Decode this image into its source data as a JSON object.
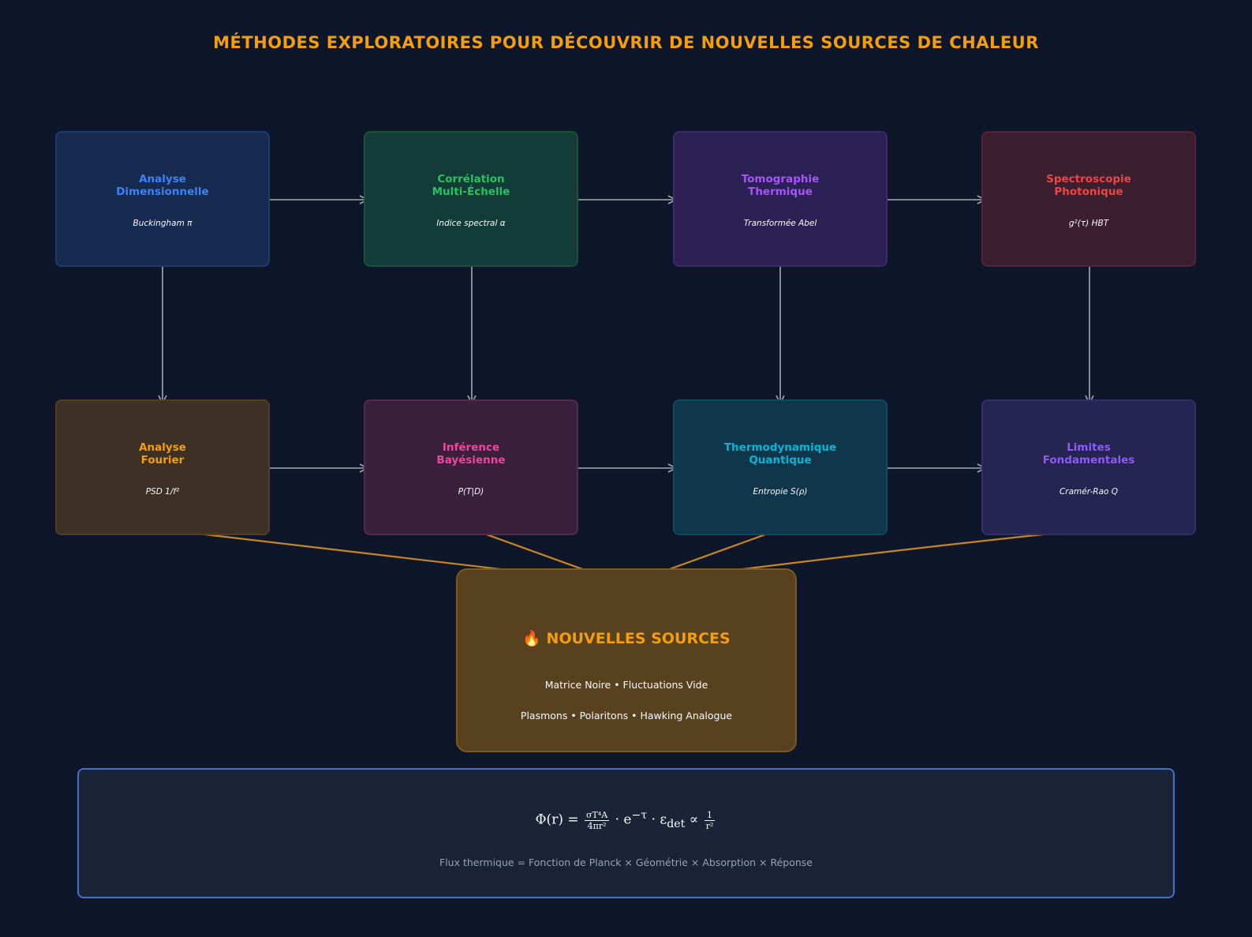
{
  "title": "MÉTHODES EXPLORATOIRES POUR DÉCOUVRIR DE NOUVELLES SOURCES DE CHALEUR",
  "colors": {
    "background": "#0e1729",
    "accent": "#f59e0b",
    "arrow_gray": "#a3a9b3",
    "arrow_orange": "#c78624"
  },
  "nodes": [
    {
      "id": "analyse-dimensionnelle",
      "title": "Analyse\nDimensionnelle",
      "subtitle": "Buckingham π",
      "color": "#3b82f6",
      "fill": "#172a50",
      "border": "#1f3a6e"
    },
    {
      "id": "correlation-multi-echelle",
      "title": "Corrélation\nMulti-Échelle",
      "subtitle": "Indice spectral α",
      "color": "#22c55e",
      "fill": "#133b38",
      "border": "#175239"
    },
    {
      "id": "tomographie-thermique",
      "title": "Tomographie\nThermique",
      "subtitle": "Transformée Abel",
      "color": "#a855f7",
      "fill": "#2c2154",
      "border": "#3c2a6c"
    },
    {
      "id": "spectroscopie-photonique",
      "title": "Spectroscopie\nPhotonique",
      "subtitle": "g²(τ) HBT",
      "color": "#ef4444",
      "fill": "#3c1f2e",
      "border": "#55233a"
    },
    {
      "id": "analyse-fourier",
      "title": "Analyse\nFourier",
      "subtitle": "PSD 1/f²",
      "color": "#f59e0b",
      "fill": "#3c3124",
      "border": "#553d20"
    },
    {
      "id": "inference-bayesienne",
      "title": "Inférence\nBayésienne",
      "subtitle": "P(T|D)",
      "color": "#ec4899",
      "fill": "#3b203e",
      "border": "#562a4d"
    },
    {
      "id": "thermodynamique-quantique",
      "title": "Thermodynamique\nQuantique",
      "subtitle": "Entropie S(ρ)",
      "color": "#06b6d4",
      "fill": "#0f364b",
      "border": "#0f4a5e"
    },
    {
      "id": "limites-fondamentales",
      "title": "Limites\nFondamentales",
      "subtitle": "Cramér-Rao Q",
      "color": "#8b5cf6",
      "fill": "#262450",
      "border": "#332f6a"
    }
  ],
  "target": {
    "title": "🔥 NOUVELLES SOURCES",
    "line1": "Matrice Noire • Fluctuations Vide",
    "line2": "Plasmons • Polaritons • Hawking Analogue"
  },
  "formula": {
    "lhs": "Φ(r) = ",
    "frac_num": "σT⁴A",
    "frac_den": "4πr²",
    "mid": " · e",
    "exp": "−τ",
    "eps": " · ε",
    "eps_sub": "det",
    "prop": " ∝ ",
    "frac2_num": "1",
    "frac2_den": "r²",
    "caption": "Flux thermique = Fonction de Planck × Géométrie × Absorption × Réponse"
  }
}
